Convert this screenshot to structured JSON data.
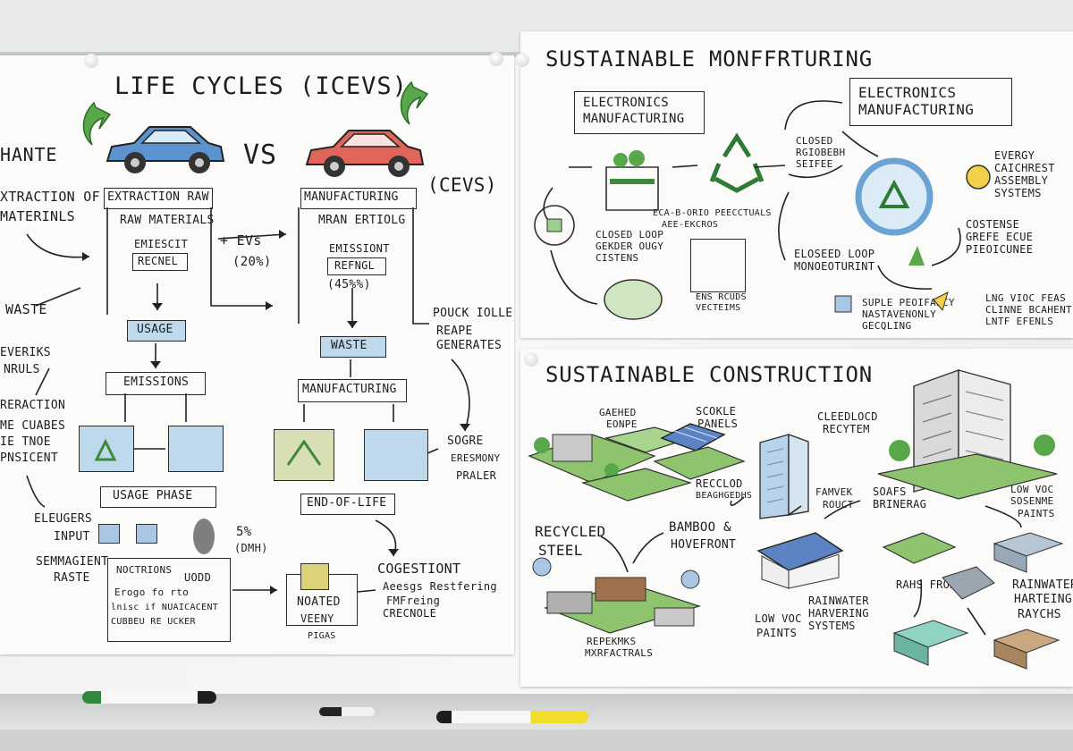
{
  "left_poster": {
    "title": "LIFE CYCLES  (ICEVS)",
    "vs": "VS",
    "cevs": "(CEVS)",
    "hante": "HANTE",
    "extraction_of": "XTRACTION OF",
    "materials": "MATERINLS",
    "waste": "WASTE",
    "everiks": "EVERIKS",
    "nruls": "NRULS",
    "reraction": "RERACTION",
    "me_cuabes": "ME CUABES",
    "ie_tnoe": "IE TNOE",
    "pnsicent": "PNSICENT",
    "eleugers": "ELEUGERS",
    "input": "INPUT",
    "semmagient": "SEMMAGIENT",
    "raste": "RASTE",
    "col1": {
      "box1": "EXTRACTION RAW",
      "sub1": "RAW MATERIALS",
      "sub2": "EMIESCIT",
      "sub3": "RECNEL",
      "usage": "USAGE",
      "emissions": "EMISSIONS",
      "usage_phase": "USAGE PHASE"
    },
    "mid": {
      "evs": "+ EVs",
      "pct": "(20%)",
      "pct5": "5%",
      "dmh": "(DMH)"
    },
    "col2": {
      "box1": "MANUFACTURING",
      "sub1": "MRAN ERTIOLG",
      "sub2": "EMISSIONT",
      "sub3": "REFNGL",
      "pct": "(45%%)",
      "waste": "WASTE",
      "manufacturing": "MANUFACTURING",
      "end_of_life": "END-OF-LIFE"
    },
    "right": {
      "pouck": "POUCK IOLLE",
      "reape": "REAPE",
      "generates": "GENERATES",
      "sogre": "SOGRE",
      "eresmony": "ERESMONY",
      "praler": "PRALER",
      "cogestiont": "COGESTIONT",
      "aeesgs": "Aeesgs  Restfering",
      "fmfreing": "FMFreing",
      "crecnole": "CRECNOLE"
    },
    "notes": {
      "noctrions": "NOCTRIONS",
      "uodd": "UODD",
      "line1": "Erogo fo  rto",
      "line2": "lnisc if NUAICACENT",
      "line3": "CUBBEU RE UCKER",
      "noated": "NOATED",
      "veeny": "VEENY",
      "pigas": "PIGAS"
    }
  },
  "top_right_poster": {
    "title": "SUSTAINABLE MONFFRTURING",
    "box_left": [
      "ELECTRONICS",
      "MANUFACTURING"
    ],
    "box_right": [
      "ELECTRONICS",
      "MANUFACTURING"
    ],
    "closed": [
      "CLOSED",
      "RGIOBEBH",
      "SEIFEE"
    ],
    "eeg": [
      "ECA-B-ORIO PEECCTUALS",
      "AEE-EKCROS"
    ],
    "closed_loop": [
      "CLOSED LOOP",
      "GEKDER OUGY",
      "CISTENS"
    ],
    "ens": [
      "ENS RCUDS",
      "VECTEIMS"
    ],
    "eloseed_loop": [
      "ELOSEED LOOP",
      "MONOEOTURINT"
    ],
    "energy": [
      "EVERGY",
      "CAICHREST",
      "ASSEMBLY",
      "SYSTEMS"
    ],
    "costense": [
      "COSTENSE",
      "GREFE ECUE",
      "PIEOICUNEE"
    ],
    "suple": [
      "SUPLE PEOIFANCY",
      "NASTAVENONLY",
      "GECQLING"
    ],
    "lng": [
      "LNG VIOC FEAS",
      "CLINNE BCAHENT",
      "LNTF EFENLS"
    ]
  },
  "bottom_right_poster": {
    "title": "SUSTAINABLE CONSTRUCTION",
    "gaehed": [
      "GAEHED",
      "EONPE"
    ],
    "scokle": [
      "SCOKLE",
      "PANELS"
    ],
    "cleedlocd": [
      "CLEEDLOCD",
      "RECYTEM"
    ],
    "recclod": [
      "RECCLOD",
      "BEAGHGEDHS"
    ],
    "famvek": [
      "FAMVEK",
      "ROUCT"
    ],
    "soafs": [
      "SOAFS",
      "BRINERAG"
    ],
    "lowvoc_right": [
      "LOW VOC",
      "SOSENME",
      "PAINTS"
    ],
    "recycled_steel": [
      "RECYCLED",
      "STEEL"
    ],
    "bamboo": [
      "BAMBOO &",
      "HOVEFRONT"
    ],
    "repekmks": [
      "REPEKMKS",
      "MXRFACTRALS"
    ],
    "rainwater_mid": [
      "RAINWATER",
      "HARVERING",
      "SYSTEMS"
    ],
    "low_voc": [
      "LOW VOC",
      "PAINTS"
    ],
    "rahs_front": "RAHS FRONT",
    "rainwater_right": [
      "RAINWATER",
      "HARTEING",
      "RAYCHS"
    ]
  },
  "colors": {
    "car_blue": "#5c93cf",
    "car_red": "#e0655a",
    "leaf_green": "#58a84a",
    "box_blue": "#bfd9ec",
    "box_olive": "#d9dfb4",
    "marker_yellow": "#f2de2a"
  },
  "icons": [
    "recycle-icon",
    "leaf-arrow-icon",
    "car-icon",
    "solar-panel-icon",
    "building-icon"
  ]
}
